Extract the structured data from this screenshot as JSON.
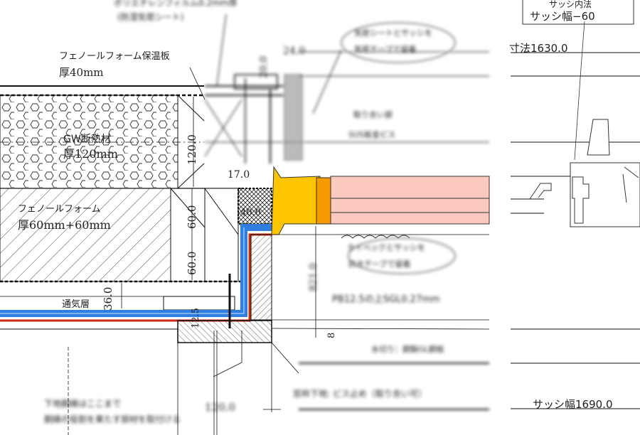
{
  "labels": {
    "phenol_board": "フェノールフォーム保温板",
    "phenol_board_thickness": "厚40mm",
    "gw_insulation": "GW断熱材",
    "gw_thickness": "厚120mm",
    "phenol_foam": "フェノールフォーム",
    "phenol_foam_thickness": "厚60mm+60mm",
    "air_layer": "通気層",
    "sash_width_minus": "サッシ幅−60",
    "inner_dimension": "寸法1630.0",
    "sash_width": "サッシ幅1690.0"
  },
  "dimensions": {
    "gw": "120.0",
    "gap": "17.0",
    "phenol_1": "60.0",
    "phenol_2": "60.0",
    "air": "36.0",
    "board": "12.5",
    "small": "8",
    "frame": "40.0",
    "bottom": "120.0",
    "top_a": "24.0",
    "top_b": "20.0",
    "right_a": "821.0"
  },
  "blurred_notes": {
    "film": "ポリエチレンフィルム0.2mm厚",
    "film_sub": "(防湿気密シート)",
    "cloud_top_1": "気密シートとサッシを",
    "cloud_top_2": "気密テープで留着",
    "fixing_1": "取り合い部",
    "fixing_2": "SUS板金ビス",
    "cloud_bottom_1": "タイベックとサッシを",
    "cloud_bottom_2": "防水テープで留着",
    "board_note": "PB12.5の上SGL0.27mm",
    "finish": "水切り：鋼製GL鋼板",
    "base": "窓枠下地: ビス止め（取り合い可）",
    "bottom_note_1": "下地胴縁はここまで",
    "bottom_note_2": "胴縁の役割を果たす部材を取付ける",
    "box_top": "サッシ内法"
  },
  "colors": {
    "frame_yellow": "#fcc500",
    "frame_orange": "#f59a00",
    "glass_pink": "#fbc9bd",
    "sheet_blue": "#2f7fe0",
    "sheet_red": "#cc2a10"
  }
}
